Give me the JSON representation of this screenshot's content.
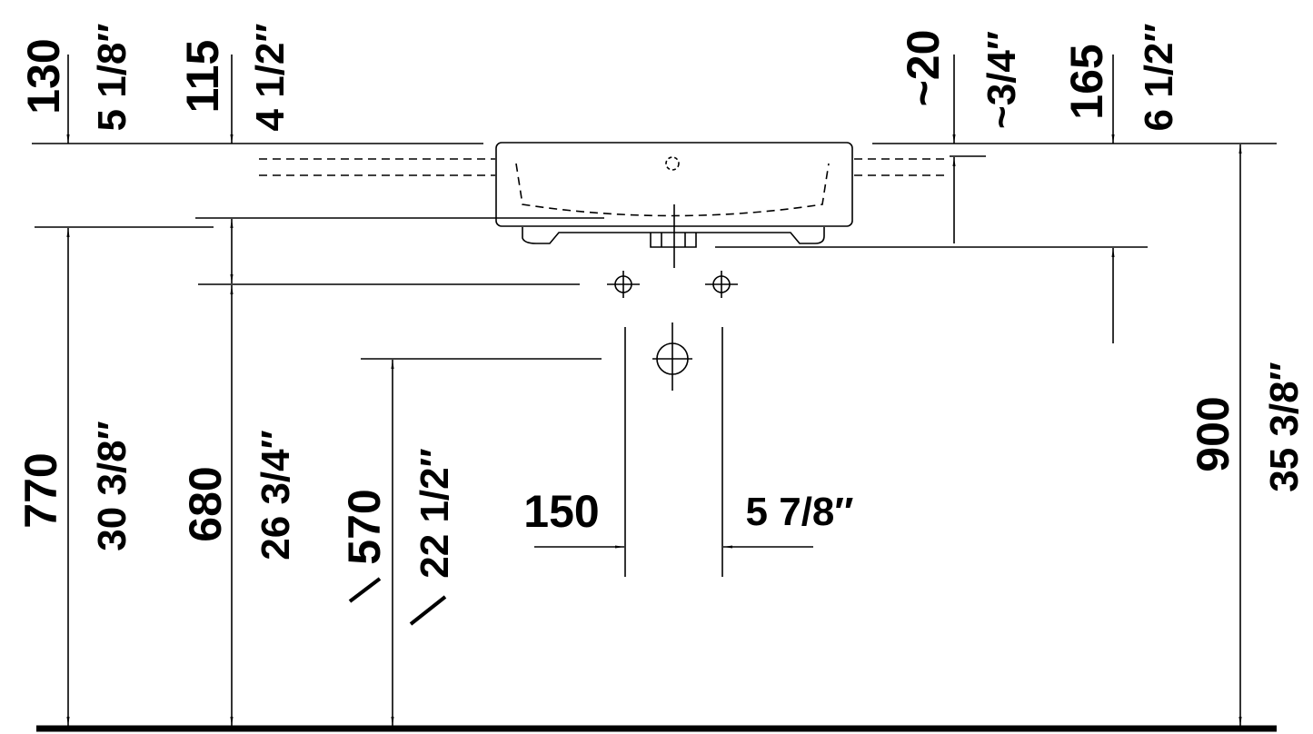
{
  "dimensions": {
    "top_left_mm": "130",
    "top_left_in": "5 1/8″",
    "top_second_mm": "115",
    "top_second_in": "4 1/2″",
    "top_right_approx_mm": "~20",
    "top_right_approx_in": "~3/4″",
    "top_right_mm": "165",
    "top_right_in": "6 1/2″",
    "height_770_mm": "770",
    "height_770_in": "30 3/8″",
    "height_680_mm": "680",
    "height_680_in": "26 3/4″",
    "height_570_mm": "570",
    "height_570_in": "22 1/2″",
    "height_900_mm": "900",
    "height_900_in": "35 3/8″",
    "spacing_mm": "150",
    "spacing_in": "5 7/8″"
  }
}
